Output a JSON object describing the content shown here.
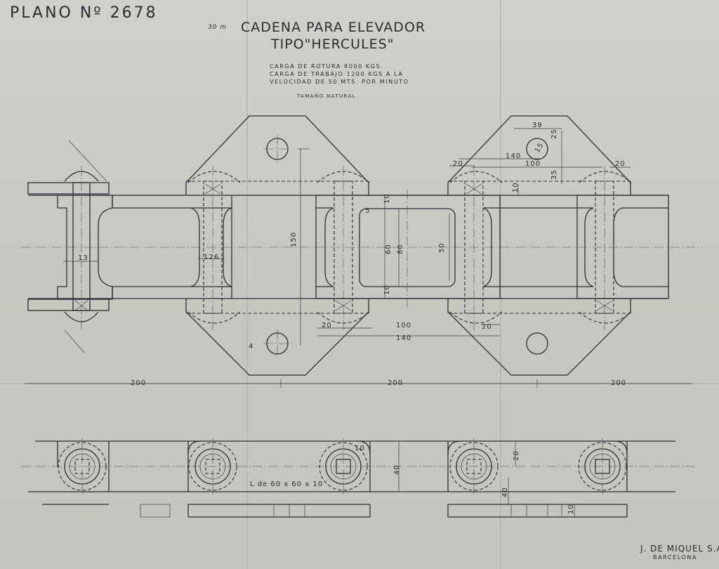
{
  "header": {
    "plan_number": "PLANO  Nº 2678",
    "scale_note_small": "30 m",
    "title_line1": "CADENA PARA ELEVADOR",
    "title_line2": "TIPO\"HERCULES\""
  },
  "specs": [
    "CARGA DE ROTURA 8000 KGS.",
    "CARGA DE TRABAJO 1200 KGS A LA",
    "VELOCIDAD DE 50 MTS. POR MINUTO"
  ],
  "scale": "TAMAÑO NATURAL",
  "dimensions": {
    "d13": "13",
    "d126": "126",
    "d150": "150",
    "d60": "60",
    "d80": "80",
    "d50": "50",
    "d10a": "10",
    "d10b": "10",
    "d5": "5",
    "d20a": "20",
    "d100": "100",
    "d140": "140",
    "d20b": "20",
    "d4": "4",
    "d39": "39",
    "d25": "25",
    "d15": "15",
    "d140top": "140",
    "d100top": "100",
    "d20c": "20",
    "d20d": "20",
    "d35": "35",
    "d10c": "10",
    "pitch1": "200",
    "pitch2": "200",
    "pitch3": "200",
    "d10bottom": "10",
    "d20bottom": "20",
    "d40side": "40",
    "d40bottom": "40",
    "d10base": "10",
    "angle_note": "L de 60 x 60 x 10"
  },
  "maker": {
    "name": "J. DE MIQUEL S.A.",
    "city": "BARCELONA"
  }
}
